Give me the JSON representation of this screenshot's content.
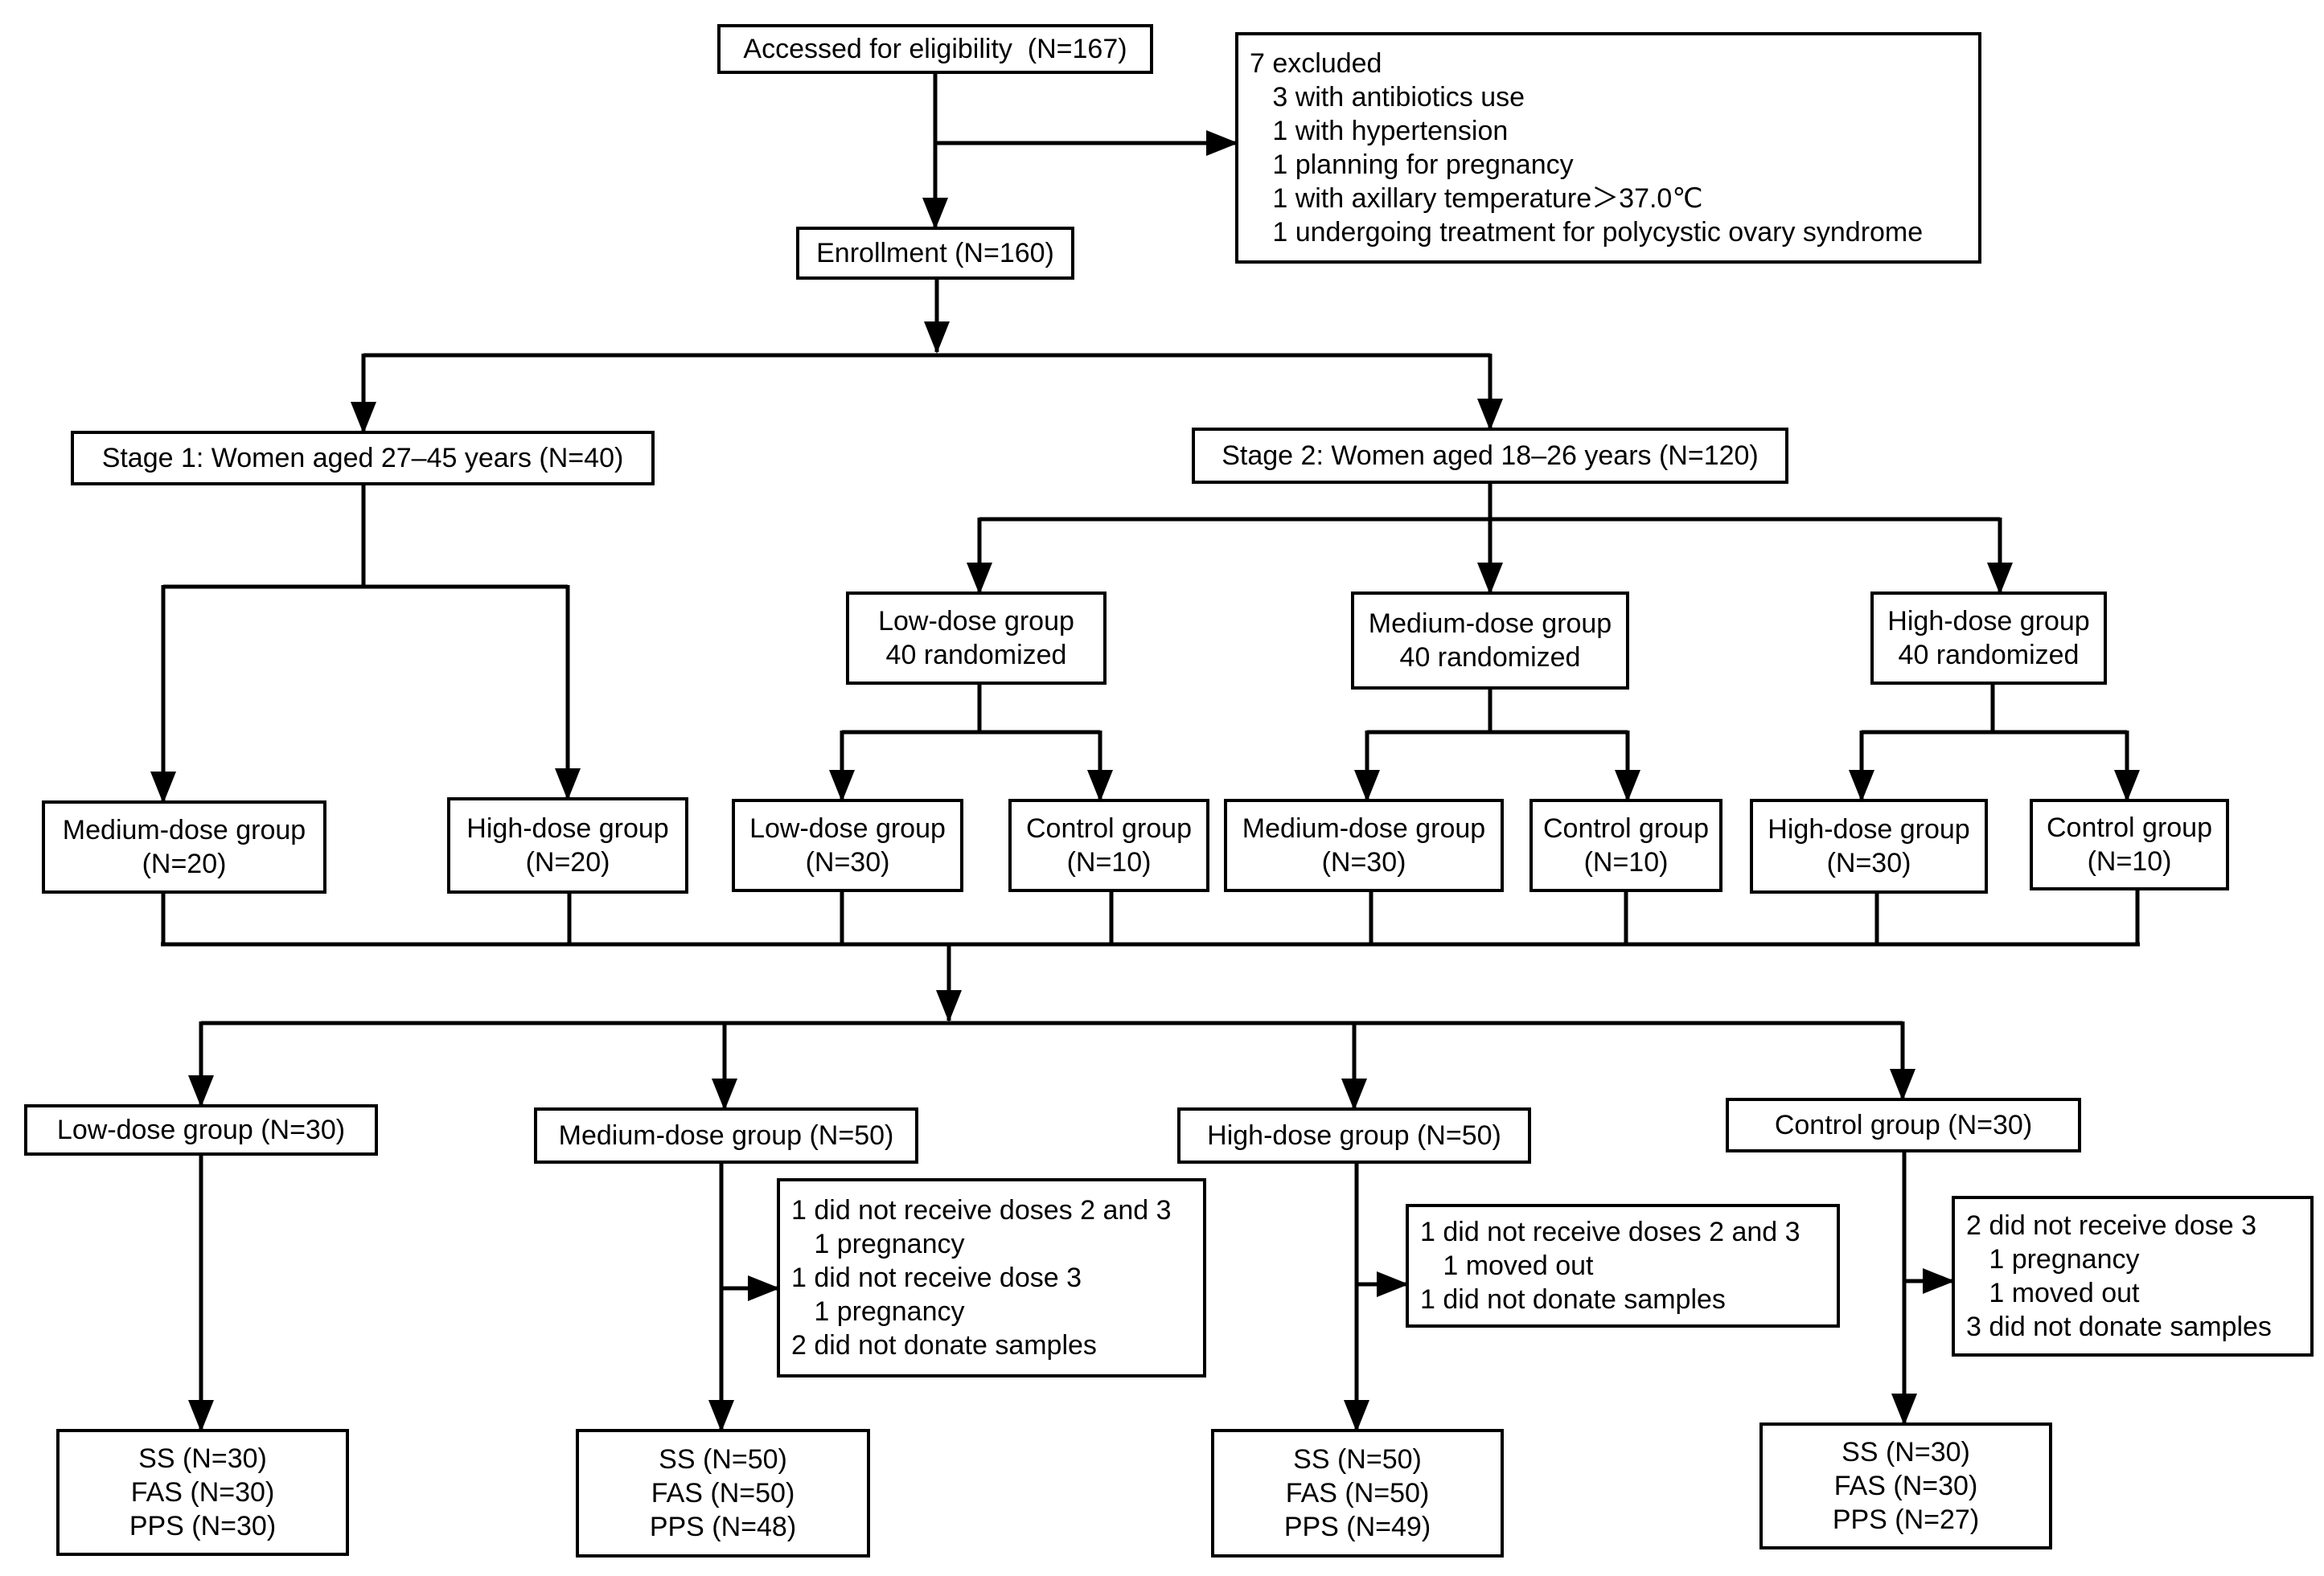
{
  "eligibility": "Accessed for eligibility  (N=167)",
  "excluded": {
    "lines": [
      "7 excluded",
      "   3 with antibiotics use",
      "   1 with hypertension",
      "   1 planning for pregnancy",
      "   1 with axillary temperature＞37.0℃",
      "   1 undergoing treatment for polycystic ovary syndrome"
    ]
  },
  "enrollment": "Enrollment (N=160)",
  "stage1": "Stage 1: Women aged 27–45 years (N=40)",
  "stage2": "Stage 2: Women aged 18–26 years (N=120)",
  "randomized": {
    "low": [
      "Low-dose group",
      "40 randomized"
    ],
    "medium": [
      "Medium-dose group",
      "40 randomized"
    ],
    "high": [
      "High-dose group",
      "40 randomized"
    ]
  },
  "subgroups": {
    "s1_medium": [
      "Medium-dose group",
      "(N=20)"
    ],
    "s1_high": [
      "High-dose group",
      "(N=20)"
    ],
    "low_dose": [
      "Low-dose group",
      "(N=30)"
    ],
    "low_control": [
      "Control group",
      "(N=10)"
    ],
    "med_dose": [
      "Medium-dose group",
      "(N=30)"
    ],
    "med_control": [
      "Control group",
      "(N=10)"
    ],
    "high_dose": [
      "High-dose group",
      "(N=30)"
    ],
    "high_control": [
      "Control group",
      "(N=10)"
    ]
  },
  "pooled": {
    "low": "Low-dose group (N=30)",
    "medium": "Medium-dose group (N=50)",
    "high": "High-dose group (N=50)",
    "control": "Control group (N=30)"
  },
  "exclusions": {
    "medium": [
      "1 did not receive doses 2 and 3",
      "   1 pregnancy",
      "1 did not receive dose 3",
      "   1 pregnancy",
      "2 did not donate samples"
    ],
    "high": [
      "1 did not receive doses 2 and 3",
      "   1 moved out",
      "1 did not donate samples"
    ],
    "control": [
      "2 did not receive dose 3",
      "   1 pregnancy",
      "   1 moved out",
      "3 did not donate samples"
    ]
  },
  "analysis": {
    "low": [
      "SS (N=30)",
      "FAS (N=30)",
      "PPS (N=30)"
    ],
    "medium": [
      "SS (N=50)",
      "FAS (N=50)",
      "PPS (N=48)"
    ],
    "high": [
      "SS (N=50)",
      "FAS (N=50)",
      "PPS (N=49)"
    ],
    "control": [
      "SS (N=30)",
      "FAS (N=30)",
      "PPS (N=27)"
    ]
  }
}
